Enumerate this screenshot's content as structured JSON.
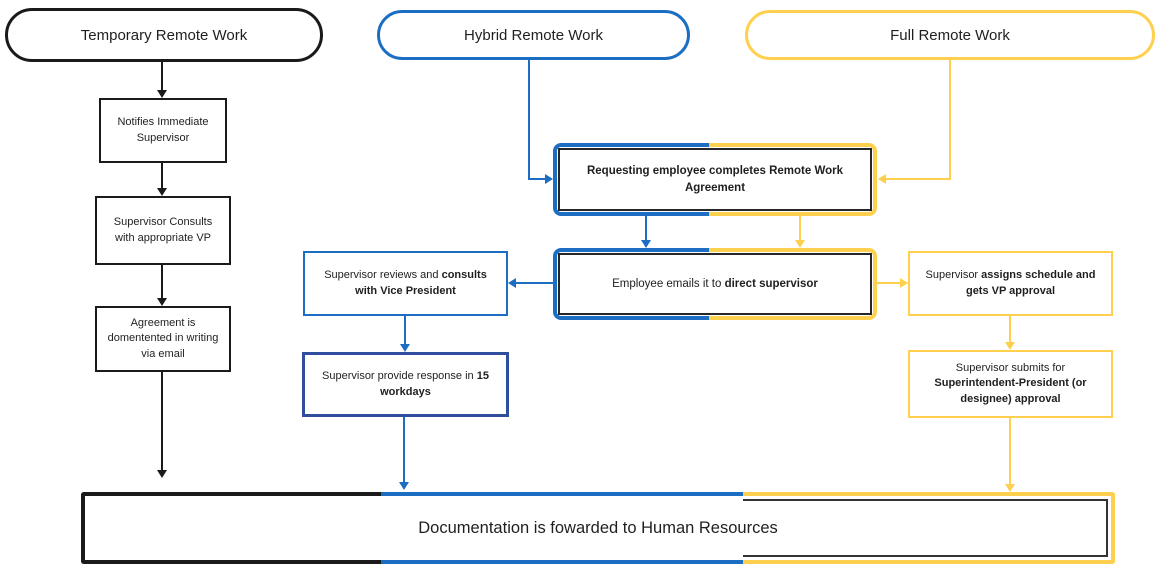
{
  "title_row": {
    "temporary": "Temporary Remote Work",
    "hybrid": "Hybrid Remote Work",
    "full": "Full Remote Work"
  },
  "nodes": {
    "notifies": {
      "text": "Notifies Immediate Supervisor"
    },
    "consults": {
      "text": "Supervisor Consults with appropriate VP"
    },
    "agreement": {
      "text": "Agreement is domentented in writing via email"
    },
    "requesting": {
      "text": "Requesting employee completes Remote Work Agreement"
    },
    "emails": {
      "pre": "Employee emails it to ",
      "bold": "direct supervisor"
    },
    "reviews": {
      "pre": "Supervisor reviews and ",
      "bold": "consults with Vice President"
    },
    "response": {
      "pre": "Supervisor provide response in ",
      "bold": "15 workdays"
    },
    "assigns": {
      "pre": "Supervisor ",
      "bold": "assigns schedule and gets VP approval"
    },
    "submits": {
      "pre": "Supervisor submits for ",
      "bold": "Superintendent-President (or designee) approval"
    },
    "documentation": {
      "text": "Documentation is fowarded to Human Resources"
    }
  },
  "colors": {
    "temporary_lane": "#1a1a1a",
    "hybrid_lane": "#1b6ec2",
    "response_box_border": "#2f4f9e",
    "full_lane": "#ffd04d"
  }
}
